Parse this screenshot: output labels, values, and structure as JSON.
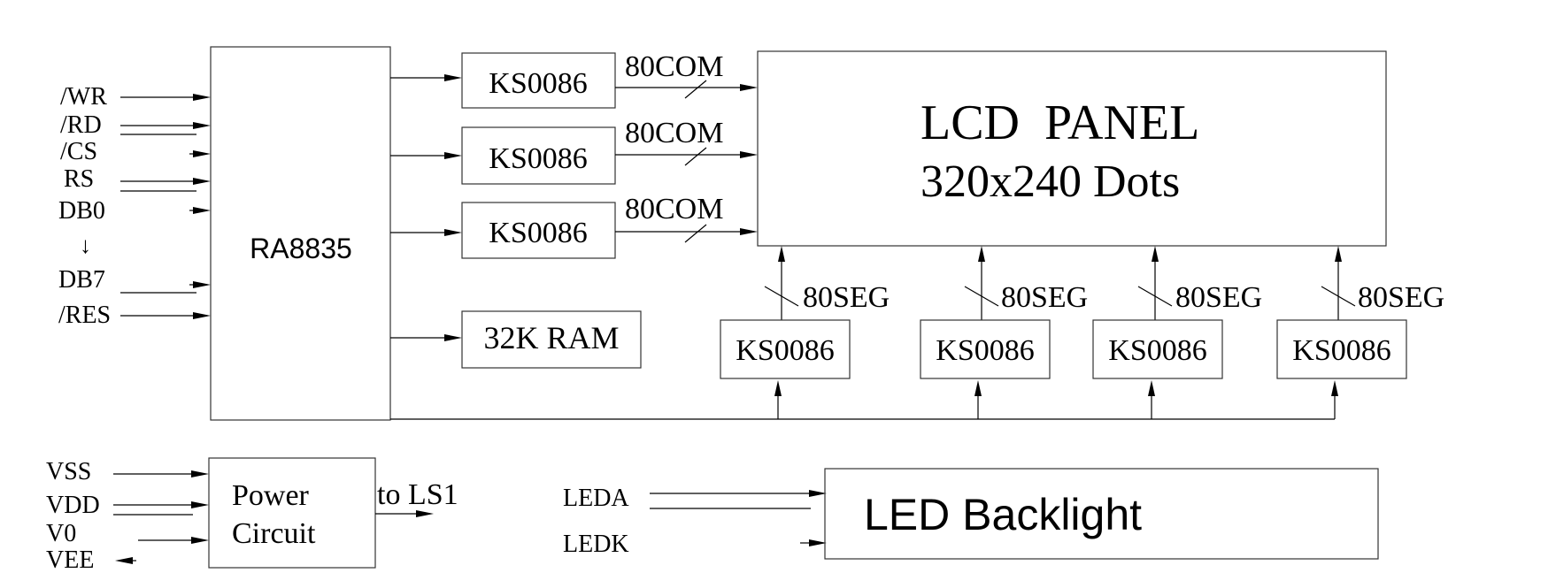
{
  "controller": {
    "label": "RA8835"
  },
  "inputs": {
    "wr": "/WR",
    "rd": "/RD",
    "cs": "/CS",
    "rs": "RS",
    "db0": "DB0",
    "arrow": "↓",
    "db7": "DB7",
    "res": "/RES"
  },
  "com_drivers": [
    {
      "label": "KS0086",
      "bus": "80COM"
    },
    {
      "label": "KS0086",
      "bus": "80COM"
    },
    {
      "label": "KS0086",
      "bus": "80COM"
    }
  ],
  "ram": {
    "label": "32K RAM"
  },
  "lcd_panel": {
    "title": "LCD  PANEL",
    "subtitle": "320x240 Dots"
  },
  "seg_drivers": [
    {
      "label": "KS0086",
      "bus": "80SEG"
    },
    {
      "label": "KS0086",
      "bus": "80SEG"
    },
    {
      "label": "KS0086",
      "bus": "80SEG"
    },
    {
      "label": "KS0086",
      "bus": "80SEG"
    }
  ],
  "power": {
    "label_line1": "Power",
    "label_line2": "Circuit",
    "output": "to LS1",
    "vss": "VSS",
    "vdd": "VDD",
    "v0": "V0",
    "vee": "VEE"
  },
  "backlight": {
    "label": "LED Backlight",
    "leda": "LEDA",
    "ledk": "LEDK"
  }
}
